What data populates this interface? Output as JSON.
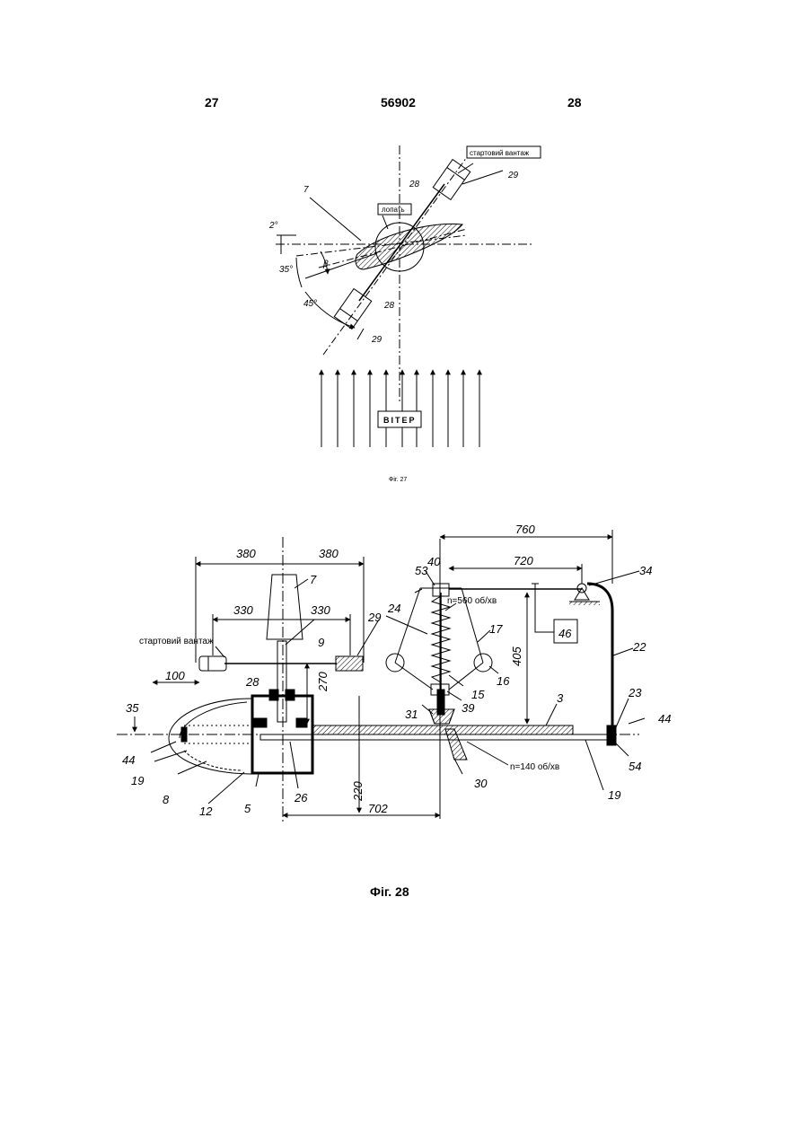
{
  "header": {
    "left": "27",
    "center": "56902",
    "right": "28"
  },
  "fig27": {
    "caption": "Фіг. 27",
    "start_weight_label": "стартовий вантаж",
    "blade_label": "лопать",
    "wind_label": "ВІТЕР",
    "labels": {
      "l7": "7",
      "l28a": "28",
      "l28b": "28",
      "l29a": "29",
      "l29b": "29",
      "beta": "β"
    },
    "angles": {
      "a2": "2°",
      "a35": "35°",
      "a45": "45°"
    }
  },
  "fig28": {
    "caption": "Фіг. 28",
    "start_weight_label": "стартовий вантаж",
    "speed_top": "n=560 об/хв",
    "speed_bottom": "n=140 об/хв",
    "dims": {
      "d380a": "380",
      "d380b": "380",
      "d330a": "330",
      "d330b": "330",
      "d100": "100",
      "d270": "270",
      "d220": "220",
      "d702": "702",
      "d760": "760",
      "d720": "720",
      "d405": "405"
    },
    "labels": {
      "n7": "7",
      "n9": "9",
      "n28": "28",
      "n29": "29",
      "n35": "35",
      "n44a": "44",
      "n44b": "44",
      "n19a": "19",
      "n19b": "19",
      "n8": "8",
      "n12": "12",
      "n5": "5",
      "n26": "26",
      "n30": "30",
      "n31": "31",
      "n39": "39",
      "n15": "15",
      "n16": "16",
      "n17": "17",
      "n24": "24",
      "n40": "40",
      "n53": "53",
      "n34": "34",
      "n46": "46",
      "n22": "22",
      "n23": "23",
      "n3": "3",
      "n54": "54"
    }
  }
}
